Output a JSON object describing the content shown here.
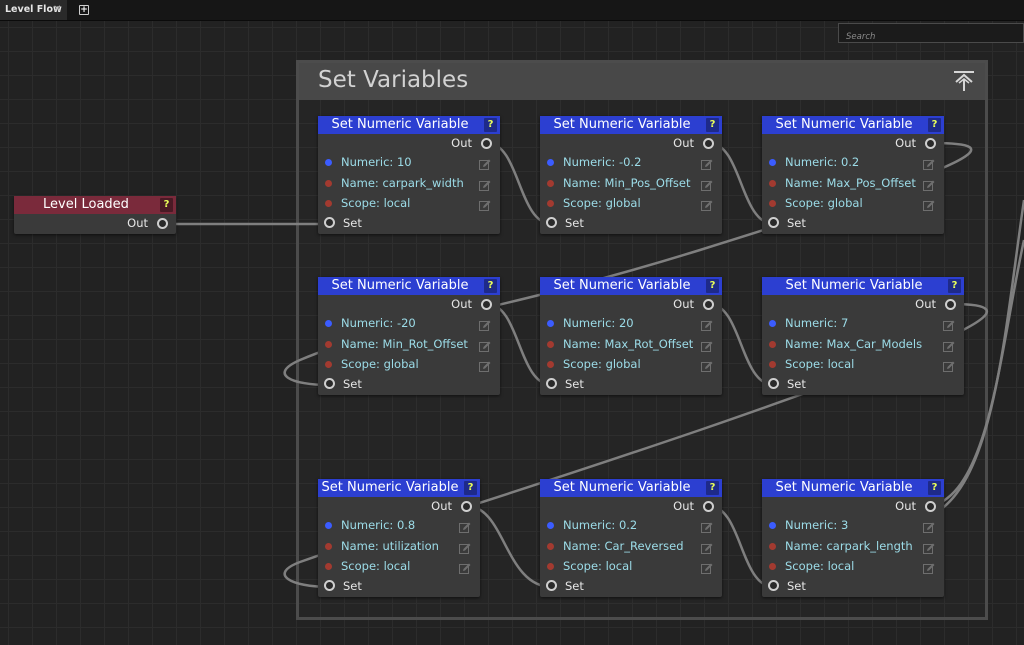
{
  "tab": {
    "title": "Level Flow",
    "close": "✕",
    "add": "+"
  },
  "search": {
    "placeholder": "Search"
  },
  "group": {
    "title": "Set Variables"
  },
  "level_loaded": {
    "title": "Level Loaded",
    "help": "?",
    "out": "Out"
  },
  "nodes": [
    {
      "title": "Set Numeric Variable",
      "help": "?",
      "out": "Out",
      "numeric": "Numeric: 10",
      "name": "Name: carpark_width",
      "scope": "Scope: local",
      "set": "Set"
    },
    {
      "title": "Set Numeric Variable",
      "help": "?",
      "out": "Out",
      "numeric": "Numeric: -0.2",
      "name": "Name: Min_Pos_Offset",
      "scope": "Scope: global",
      "set": "Set"
    },
    {
      "title": "Set Numeric Variable",
      "help": "?",
      "out": "Out",
      "numeric": "Numeric: 0.2",
      "name": "Name: Max_Pos_Offset",
      "scope": "Scope: global",
      "set": "Set"
    },
    {
      "title": "Set Numeric Variable",
      "help": "?",
      "out": "Out",
      "numeric": "Numeric: -20",
      "name": "Name: Min_Rot_Offset",
      "scope": "Scope: global",
      "set": "Set"
    },
    {
      "title": "Set Numeric Variable",
      "help": "?",
      "out": "Out",
      "numeric": "Numeric: 20",
      "name": "Name: Max_Rot_Offset",
      "scope": "Scope: global",
      "set": "Set"
    },
    {
      "title": "Set Numeric Variable",
      "help": "?",
      "out": "Out",
      "numeric": "Numeric: 7",
      "name": "Name: Max_Car_Models",
      "scope": "Scope: local",
      "set": "Set"
    },
    {
      "title": "Set Numeric Variable",
      "help": "?",
      "out": "Out",
      "numeric": "Numeric: 0.8",
      "name": "Name: utilization",
      "scope": "Scope: local",
      "set": "Set"
    },
    {
      "title": "Set Numeric Variable",
      "help": "?",
      "out": "Out",
      "numeric": "Numeric: 0.2",
      "name": "Name: Car_Reversed",
      "scope": "Scope: local",
      "set": "Set"
    },
    {
      "title": "Set Numeric Variable",
      "help": "?",
      "out": "Out",
      "numeric": "Numeric: 3",
      "name": "Name: carpark_length",
      "scope": "Scope: local",
      "set": "Set"
    }
  ],
  "colors": {
    "node_header": "#2c3fd1",
    "event_header": "#7a2a3b",
    "numeric_dot": "#3b5cff",
    "string_dot": "#a23a30",
    "property_text": "#9cdce8",
    "help_text": "#eaff5a"
  }
}
